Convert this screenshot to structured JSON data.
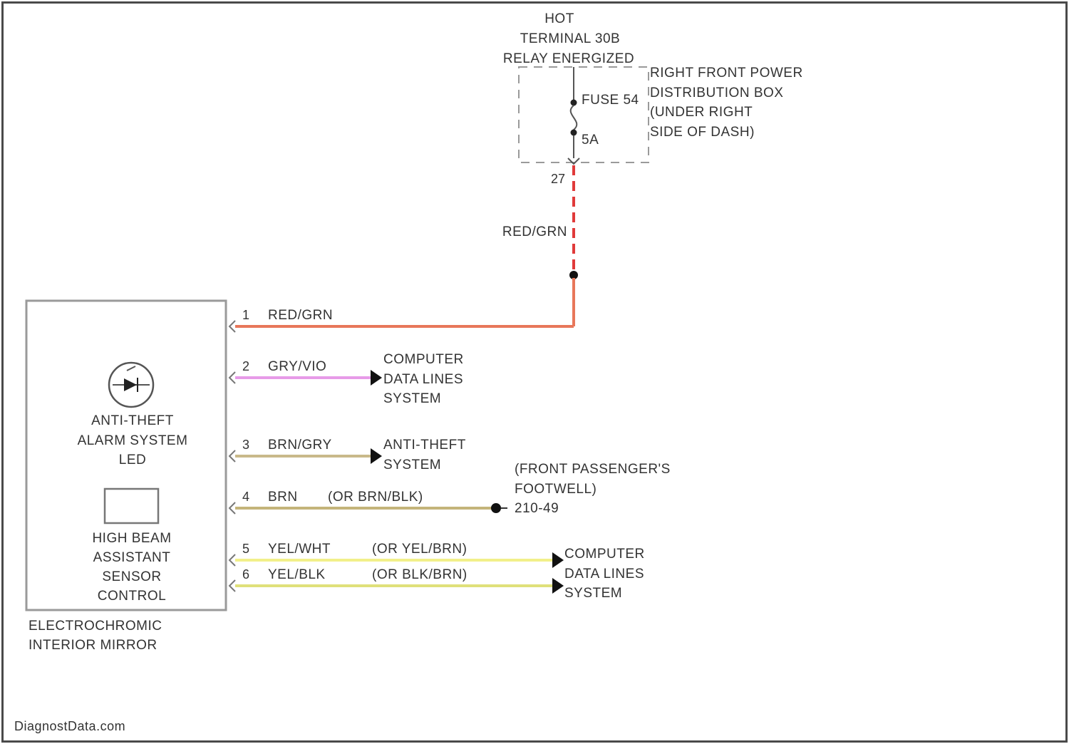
{
  "power": {
    "hot_lines": [
      "HOT",
      "TERMINAL 30B",
      "RELAY ENERGIZED"
    ],
    "box_lines": [
      "RIGHT FRONT POWER",
      "DISTRIBUTION BOX",
      "(UNDER RIGHT",
      "SIDE OF DASH)"
    ],
    "fuse_label": "FUSE 54",
    "fuse_rating": "5A",
    "terminal": "27",
    "wire_color": "RED/GRN"
  },
  "component": {
    "led_label": [
      "ANTI-THEFT",
      "ALARM SYSTEM",
      "LED"
    ],
    "sensor_label": [
      "HIGH BEAM",
      "ASSISTANT",
      "SENSOR",
      "CONTROL"
    ],
    "name": [
      "ELECTROCHROMIC",
      "INTERIOR MIRROR"
    ]
  },
  "pins": [
    {
      "num": "1",
      "wire": "RED/GRN",
      "alt": "",
      "color": "#e8775a"
    },
    {
      "num": "2",
      "wire": "GRY/VIO",
      "alt": "",
      "color": "#e79be8"
    },
    {
      "num": "3",
      "wire": "BRN/GRY",
      "alt": "",
      "color": "#c9b98a"
    },
    {
      "num": "4",
      "wire": "BRN",
      "alt": "(OR BRN/BLK)",
      "color": "#c4b47a"
    },
    {
      "num": "5",
      "wire": "YEL/WHT",
      "alt": "(OR YEL/BRN)",
      "color": "#f2f08a"
    },
    {
      "num": "6",
      "wire": "YEL/BLK",
      "alt": "(OR BLK/BRN)",
      "color": "#dfe07a"
    }
  ],
  "destinations": {
    "pin2": [
      "COMPUTER",
      "DATA LINES",
      "SYSTEM"
    ],
    "pin3": [
      "ANTI-THEFT",
      "SYSTEM"
    ],
    "pin4_location": [
      "(FRONT PASSENGER'S",
      "FOOTWELL)"
    ],
    "pin4_ground": "210-49",
    "pin56": [
      "COMPUTER",
      "DATA LINES",
      "SYSTEM"
    ]
  },
  "footer": {
    "watermark": "DiagnostData.com"
  }
}
